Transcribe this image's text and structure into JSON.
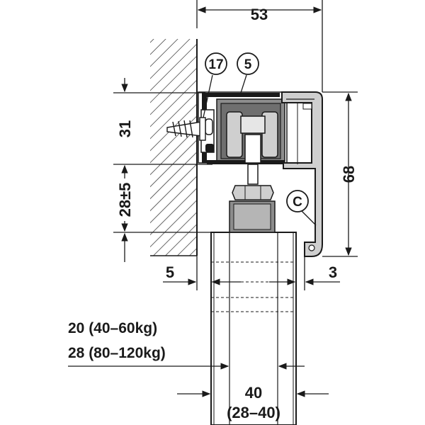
{
  "dimensions": {
    "top_width": "53",
    "upper_height": "31",
    "lower_height": "28±5",
    "profile_height": "68",
    "wall_gap": "5",
    "right_gap": "3",
    "leaf_20": "20 (40–60kg)",
    "leaf_28": "28 (80–120kg)",
    "door_width": "40",
    "door_range": "(28–40)"
  },
  "callouts": {
    "screw": "17",
    "track": "5",
    "profile": "C"
  },
  "colors": {
    "ink": "#1a1a1a",
    "body_gray": "#8c8c8c",
    "light_gray": "#cfcfcf",
    "white": "#ffffff"
  }
}
